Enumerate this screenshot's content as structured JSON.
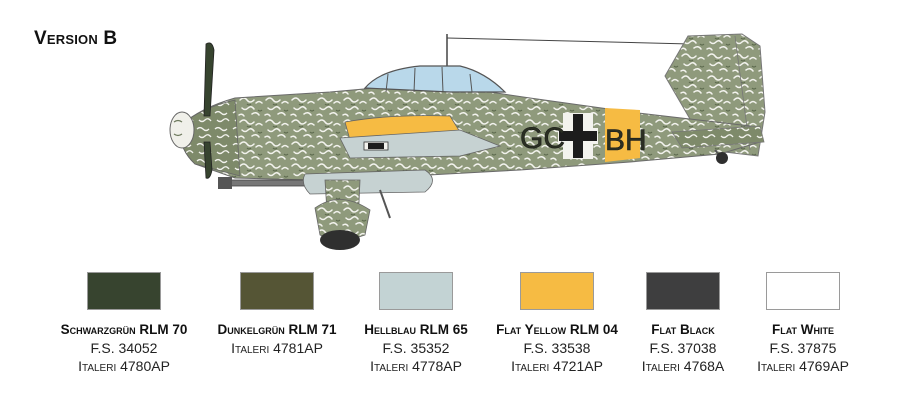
{
  "title": "Version B",
  "aircraft_markings": {
    "left_letters": "GC",
    "right_letters": "BH"
  },
  "palette": [
    {
      "name": "Schwarzgrün RLM 70",
      "fs": "F.S. 34052",
      "italeri": "Italeri 4780AP",
      "hex": "#37442f"
    },
    {
      "name": "Dunkelgrün RLM 71",
      "fs": "Italeri 4781AP",
      "italeri": "",
      "hex": "#555535"
    },
    {
      "name": "Hellblau RLM 65",
      "fs": "F.S. 35352",
      "italeri": "Italeri 4778AP",
      "hex": "#c3d3d4"
    },
    {
      "name": "Flat Yellow RLM 04",
      "fs": "F.S. 33538",
      "italeri": "Italeri 4721AP",
      "hex": "#f6bb43"
    },
    {
      "name": "Flat Black",
      "fs": "F.S. 37038",
      "italeri": "Italeri 4768A",
      "hex": "#3e3e3f"
    },
    {
      "name": "Flat White",
      "fs": "F.S. 37875",
      "italeri": "Italeri 4769AP",
      "hex": "#ffffff"
    }
  ],
  "colors": {
    "camo_base": "#8f9a7c",
    "camo_squiggle": "#f3f3ee",
    "underside": "#c6d2d2",
    "canopy": "#b9d8ea",
    "band_yellow": "#f6bb43"
  }
}
